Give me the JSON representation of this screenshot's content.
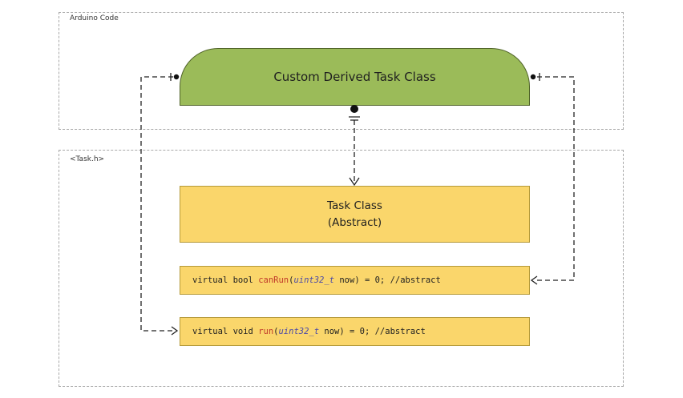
{
  "regions": {
    "arduino": {
      "label": "Arduino Code"
    },
    "task_h": {
      "label": "<Task.h>"
    }
  },
  "derived_class": {
    "label": "Custom Derived Task Class"
  },
  "task_class": {
    "line1": "Task Class",
    "line2": "(Abstract)"
  },
  "methods": {
    "canrun": {
      "prefix": "virtual bool ",
      "name": "canRun",
      "paren_open": "(",
      "param_type": "uint32_t",
      "rest": " now) = 0; //abstract"
    },
    "run": {
      "prefix": "virtual void ",
      "name": "run",
      "paren_open": "(",
      "param_type": "uint32_t",
      "rest": " now) = 0; //abstract"
    }
  },
  "colors": {
    "derived_fill": "#9bbb59",
    "task_fill": "#fad66b",
    "function_name": "#c0392b",
    "param_type": "#4a4aa8",
    "connector": "#222222"
  }
}
